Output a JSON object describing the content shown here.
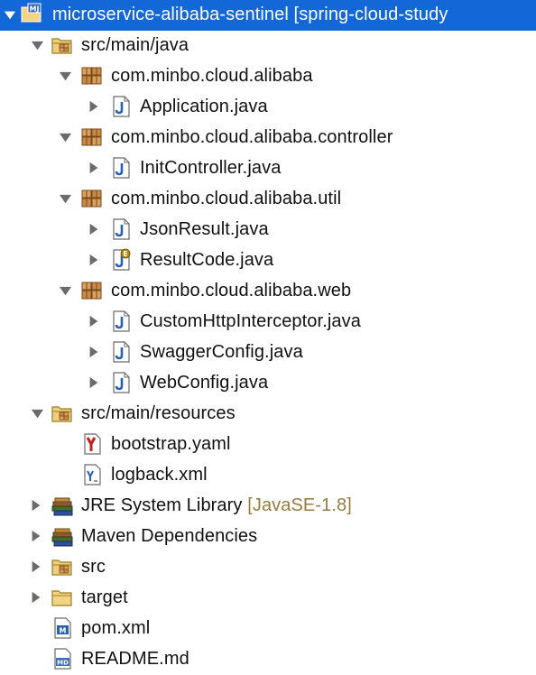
{
  "tree": {
    "project": {
      "label": "microservice-alibaba-sentinel [spring-cloud-study",
      "expanded": true,
      "selected": true,
      "icon": "maven-project-icon"
    },
    "src_main_java": {
      "label": "src/main/java",
      "icon": "source-folder-icon"
    },
    "pkg_alibaba": {
      "label": "com.minbo.cloud.alibaba",
      "icon": "package-icon"
    },
    "file_application": {
      "label": "Application.java",
      "icon": "java-file-icon"
    },
    "pkg_controller": {
      "label": "com.minbo.cloud.alibaba.controller",
      "icon": "package-icon"
    },
    "file_init_controller": {
      "label": "InitController.java",
      "icon": "java-file-icon"
    },
    "pkg_util": {
      "label": "com.minbo.cloud.alibaba.util",
      "icon": "package-icon"
    },
    "file_json_result": {
      "label": "JsonResult.java",
      "icon": "java-file-icon"
    },
    "file_result_code": {
      "label": "ResultCode.java",
      "icon": "java-enum-file-icon"
    },
    "pkg_web": {
      "label": "com.minbo.cloud.alibaba.web",
      "icon": "package-icon"
    },
    "file_custom_interceptor": {
      "label": "CustomHttpInterceptor.java",
      "icon": "java-file-icon"
    },
    "file_swagger_config": {
      "label": "SwaggerConfig.java",
      "icon": "java-file-icon"
    },
    "file_web_config": {
      "label": "WebConfig.java",
      "icon": "java-file-icon"
    },
    "src_main_resources": {
      "label": "src/main/resources",
      "icon": "source-folder-icon"
    },
    "file_bootstrap": {
      "label": "bootstrap.yaml",
      "icon": "yaml-file-icon"
    },
    "file_logback": {
      "label": "logback.xml",
      "icon": "xml-file-icon"
    },
    "jre_library": {
      "label": "JRE System Library",
      "suffix": "[JavaSE-1.8]",
      "icon": "library-icon"
    },
    "maven_deps": {
      "label": "Maven Dependencies",
      "icon": "library-icon"
    },
    "folder_src": {
      "label": "src",
      "icon": "folder-icon"
    },
    "folder_target": {
      "label": "target",
      "icon": "folder-icon"
    },
    "file_pom": {
      "label": "pom.xml",
      "icon": "maven-pom-icon"
    },
    "file_readme": {
      "label": "README.md",
      "icon": "markdown-file-icon"
    }
  },
  "colors": {
    "selection": "#1367d6",
    "twisty": "#6b6b6b",
    "suffix": "#9a7b3f",
    "folder": "#e7b552",
    "package": "#b3702c",
    "java_blue": "#2b5fb0"
  }
}
